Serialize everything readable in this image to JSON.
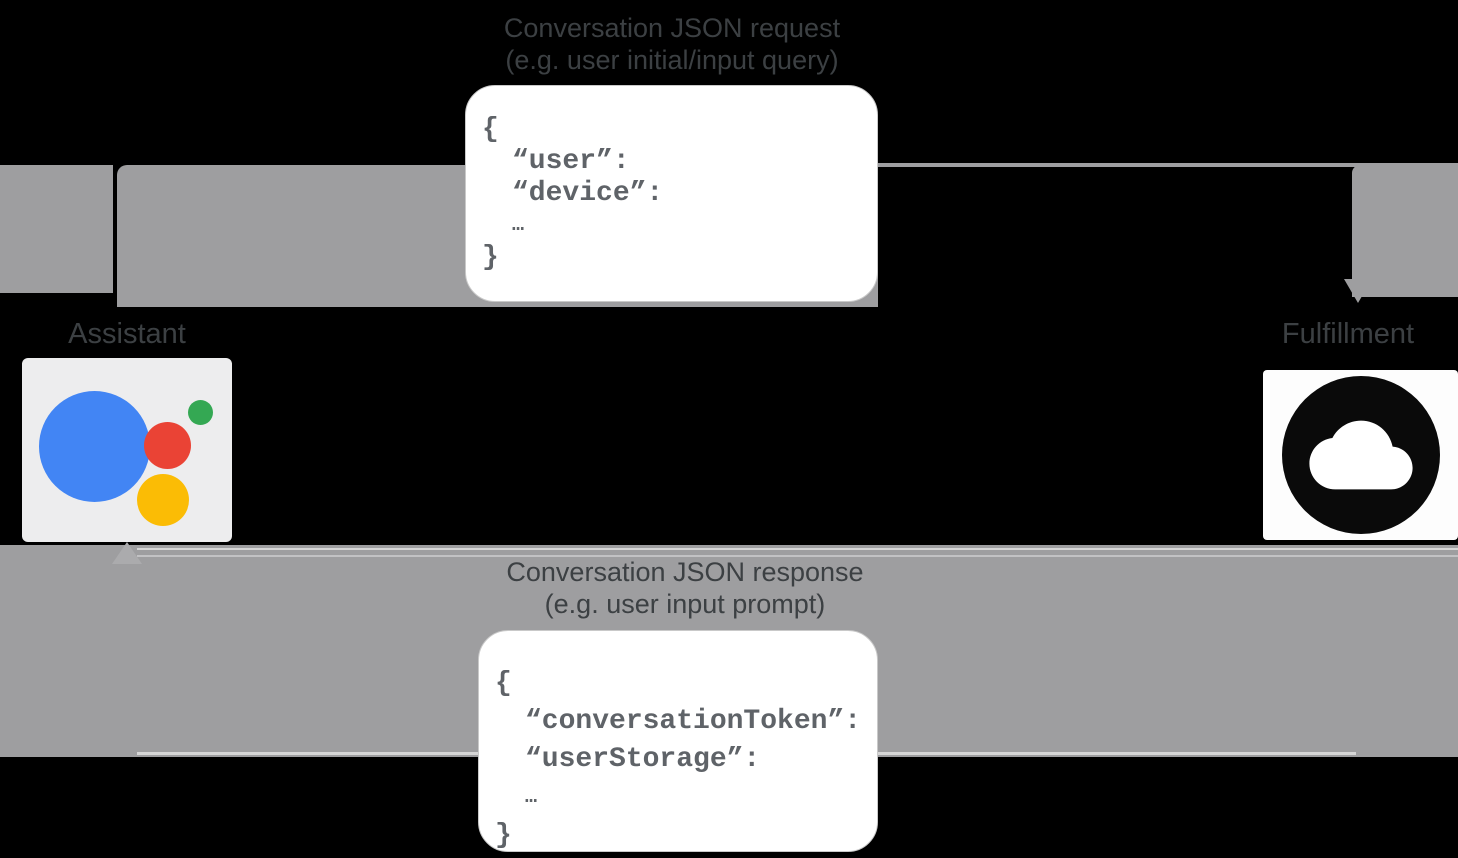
{
  "request": {
    "label_line1": "Conversation JSON request",
    "label_line2": "(e.g. user initial/input query)",
    "code": [
      "{",
      "“user”:",
      "“device”:",
      "…",
      "}"
    ]
  },
  "response": {
    "label_line1": "Conversation JSON response",
    "label_line2": "(e.g. user input prompt)",
    "code": [
      "{",
      "“conversationToken”:",
      "“userStorage”:",
      "…",
      "}"
    ]
  },
  "assistant": {
    "label": "Assistant",
    "logo_icon": "google-assistant-logo"
  },
  "fulfillment": {
    "label": "Fulfillment",
    "icon": "cloud-icon"
  },
  "colors": {
    "background": "#000000",
    "arrow_gray": "#9e9ea0",
    "label_text": "#3c4043",
    "code_text": "#5f6368",
    "assistant_blue": "#4285f4",
    "assistant_green": "#34a853",
    "assistant_red": "#ea4335",
    "assistant_yellow": "#fbbc05",
    "tile_gray": "#ededee",
    "box_white": "#ffffff"
  }
}
